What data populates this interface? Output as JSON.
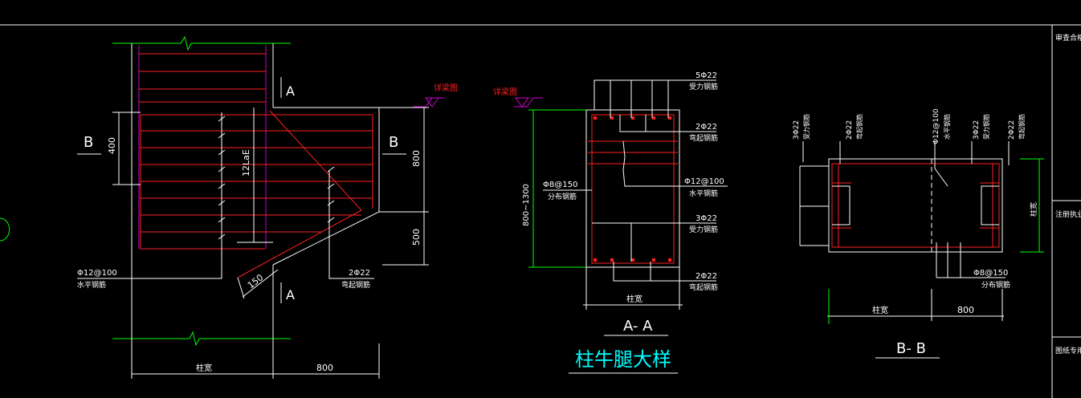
{
  "colors": {
    "background": "#000000",
    "outline": "#ffffff",
    "rebar": "#ff2020",
    "stirrup": "#d000d0",
    "dimension": "#00ff00",
    "title": "#00ffff",
    "elevation_label": "#ff2020",
    "elevation_marker": "#d000d0"
  },
  "plan_view": {
    "section_mark_a": "A",
    "section_mark_b": "B",
    "dim_400": "400",
    "dim_12lae": "12LaE",
    "dim_150": "150",
    "dim_800": "800",
    "dim_500": "500",
    "dim_column_width": "柱宽",
    "note_horizontal_bar": "Φ12@100",
    "note_horizontal_bar_desc": "水平钢筋",
    "note_bent_bar": "2Φ22",
    "note_bent_bar_desc": "弯起钢筋"
  },
  "elevation_labels": [
    "详梁图",
    "详梁图"
  ],
  "section_aa": {
    "title": "A- A",
    "main_title": "柱牛腿大样",
    "note1_count": "5Φ22",
    "note1_desc": "受力钢筋",
    "note2_count": "2Φ22",
    "note2_desc": "弯起钢筋",
    "note3_count": "Φ12@100",
    "note3_desc": "水平钢筋",
    "note4_count": "3Φ22",
    "note4_desc": "受力钢筋",
    "note5_count": "2Φ22",
    "note5_desc": "弯起钢筋",
    "left_note_count": "Φ8@150",
    "left_note_desc": "分布钢筋",
    "dim_height": "800~1300",
    "dim_width": "柱宽"
  },
  "section_bb": {
    "title": "B- B",
    "notes_top": [
      {
        "count": "3Φ22",
        "desc": "受力钢筋"
      },
      {
        "count": "2Φ22",
        "desc": "弯起钢筋"
      },
      {
        "count": "Φ12@100",
        "desc": "水平钢筋"
      },
      {
        "count": "3Φ22",
        "desc": "受力钢筋"
      },
      {
        "count": "2Φ22",
        "desc": "弯起钢筋"
      }
    ],
    "bottom_note_count": "Φ8@150",
    "bottom_note_desc": "分布钢筋",
    "dim_column_width": "柱宽",
    "dim_800": "800",
    "dim_side": "柱宽"
  },
  "title_block": {
    "item1": "审查合格",
    "item2": "注册执业",
    "item3": "图纸专用"
  }
}
